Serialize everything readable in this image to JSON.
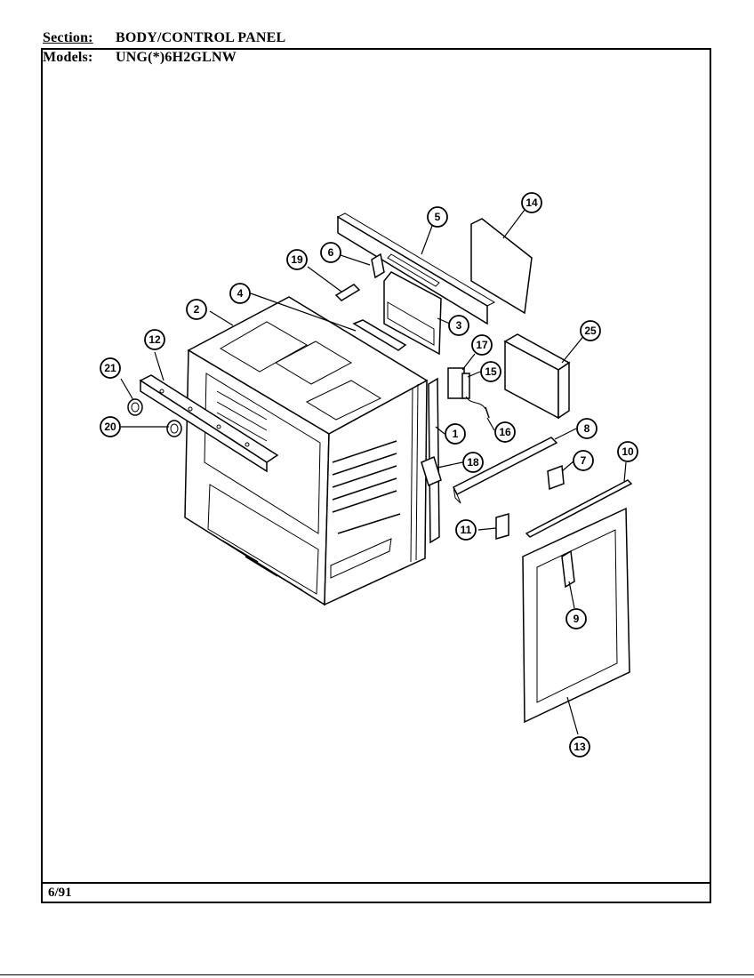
{
  "header": {
    "section_label": "Section:",
    "section_value": "BODY/CONTROL PANEL",
    "models_label": "Models:",
    "models_value": "UNG(*)6H2GLNW"
  },
  "footer": {
    "date": "6/91"
  },
  "callouts": [
    "1",
    "2",
    "3",
    "4",
    "5",
    "6",
    "7",
    "8",
    "9",
    "10",
    "11",
    "12",
    "13",
    "14",
    "15",
    "16",
    "17",
    "18",
    "19",
    "20",
    "21",
    "25"
  ]
}
